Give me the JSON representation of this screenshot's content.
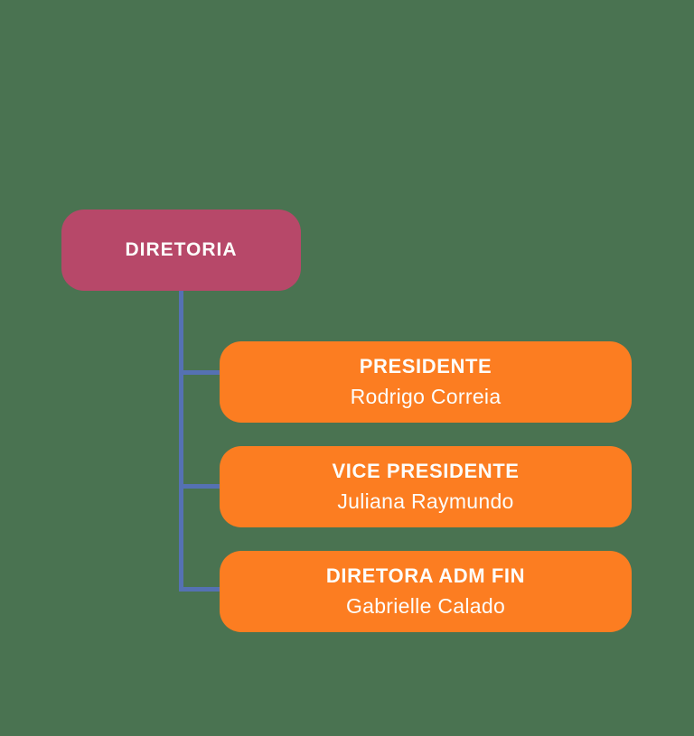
{
  "org_chart": {
    "root": {
      "title": "DIRETORIA"
    },
    "children": [
      {
        "title": "PRESIDENTE",
        "name": "Rodrigo Correia"
      },
      {
        "title": "VICE PRESIDENTE",
        "name": "Juliana Raymundo"
      },
      {
        "title": "DIRETORA ADM FIN",
        "name": "Gabrielle Calado"
      }
    ],
    "colors": {
      "background": "#4a7351",
      "root_box": "#b74869",
      "child_box": "#fc7d21",
      "connector": "#5571b3",
      "text": "#fdfdfb"
    }
  }
}
